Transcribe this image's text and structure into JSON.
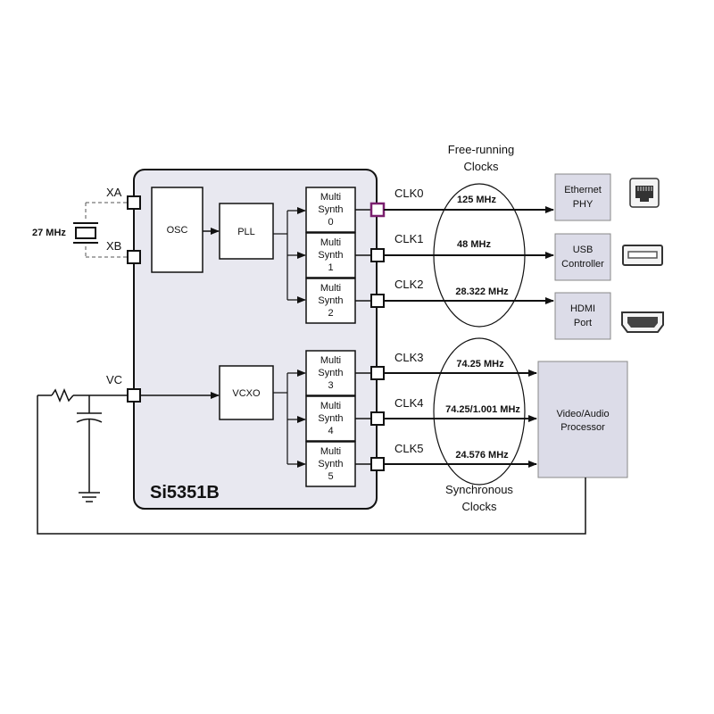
{
  "chip": {
    "name": "Si5351B"
  },
  "crystal": {
    "freq": "27 MHz"
  },
  "pins": {
    "xa": "XA",
    "xb": "XB",
    "vc": "VC"
  },
  "blocks": {
    "osc": "OSC",
    "pll": "PLL",
    "vcxo": "VCXO"
  },
  "multisynths": [
    {
      "line1": "Multi",
      "line2": "Synth",
      "line3": "0"
    },
    {
      "line1": "Multi",
      "line2": "Synth",
      "line3": "1"
    },
    {
      "line1": "Multi",
      "line2": "Synth",
      "line3": "2"
    },
    {
      "line1": "Multi",
      "line2": "Synth",
      "line3": "3"
    },
    {
      "line1": "Multi",
      "line2": "Synth",
      "line3": "4"
    },
    {
      "line1": "Multi",
      "line2": "Synth",
      "line3": "5"
    }
  ],
  "outputs": [
    {
      "clk": "CLK0",
      "freq": "125 MHz"
    },
    {
      "clk": "CLK1",
      "freq": "48 MHz"
    },
    {
      "clk": "CLK2",
      "freq": "28.322 MHz"
    },
    {
      "clk": "CLK3",
      "freq": "74.25 MHz"
    },
    {
      "clk": "CLK4",
      "freq": "74.25/1.001 MHz"
    },
    {
      "clk": "CLK5",
      "freq": "24.576 MHz"
    }
  ],
  "groups": {
    "free_running": {
      "line1": "Free-running",
      "line2": "Clocks"
    },
    "synchronous": {
      "line1": "Synchronous",
      "line2": "Clocks"
    }
  },
  "devices": {
    "ethernet": {
      "line1": "Ethernet",
      "line2": "PHY"
    },
    "usb": {
      "line1": "USB",
      "line2": "Controller"
    },
    "hdmi": {
      "line1": "HDMI",
      "line2": "Port"
    },
    "video": {
      "line1": "Video/Audio",
      "line2": "Processor"
    }
  },
  "colors": {
    "chip_fill": "#e8e8f0",
    "device_fill": "#dcdce8",
    "accent_pin": "#7a1f6e",
    "line": "#111111"
  }
}
